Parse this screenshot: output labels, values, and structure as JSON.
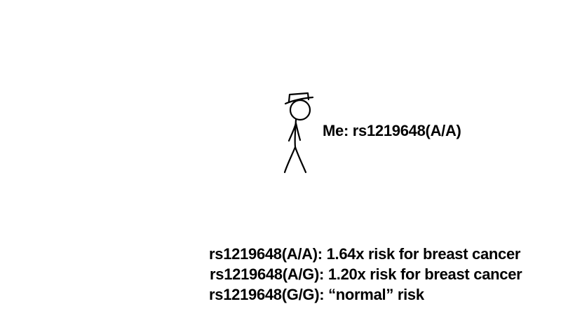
{
  "figure": {
    "icon": "stick-figure-with-hat-icon",
    "caption": "Me: rs1219648(A/A)"
  },
  "risks": [
    "rs1219648(A/A): 1.64x risk for breast cancer",
    "rs1219648(A/G): 1.20x risk for breast cancer",
    "rs1219648(G/G): “normal” risk"
  ],
  "colors": {
    "ink": "#000000",
    "background": "#ffffff"
  }
}
